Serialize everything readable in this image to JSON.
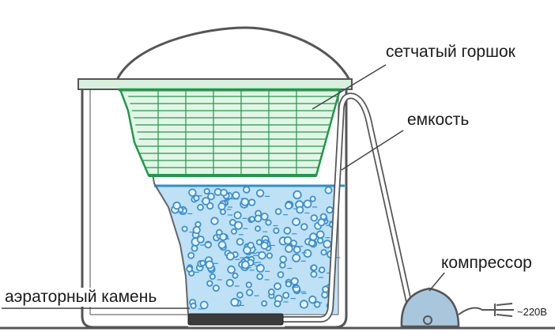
{
  "labels": {
    "mesh_pot": "сетчатый горшок",
    "container": "емкость",
    "compressor": "компрессор",
    "air_stone": "аэраторный камень",
    "voltage": "~220В"
  },
  "colors": {
    "outline": "#555555",
    "mesh": "#1f9a4a",
    "mesh_fill": "#e3f5e6",
    "water": "#bfe1f5",
    "water_surface": "#2a8fd6",
    "bubble": "#3a90d0",
    "compressor": "#a9c7dc",
    "stone": "#3b3b3b"
  }
}
